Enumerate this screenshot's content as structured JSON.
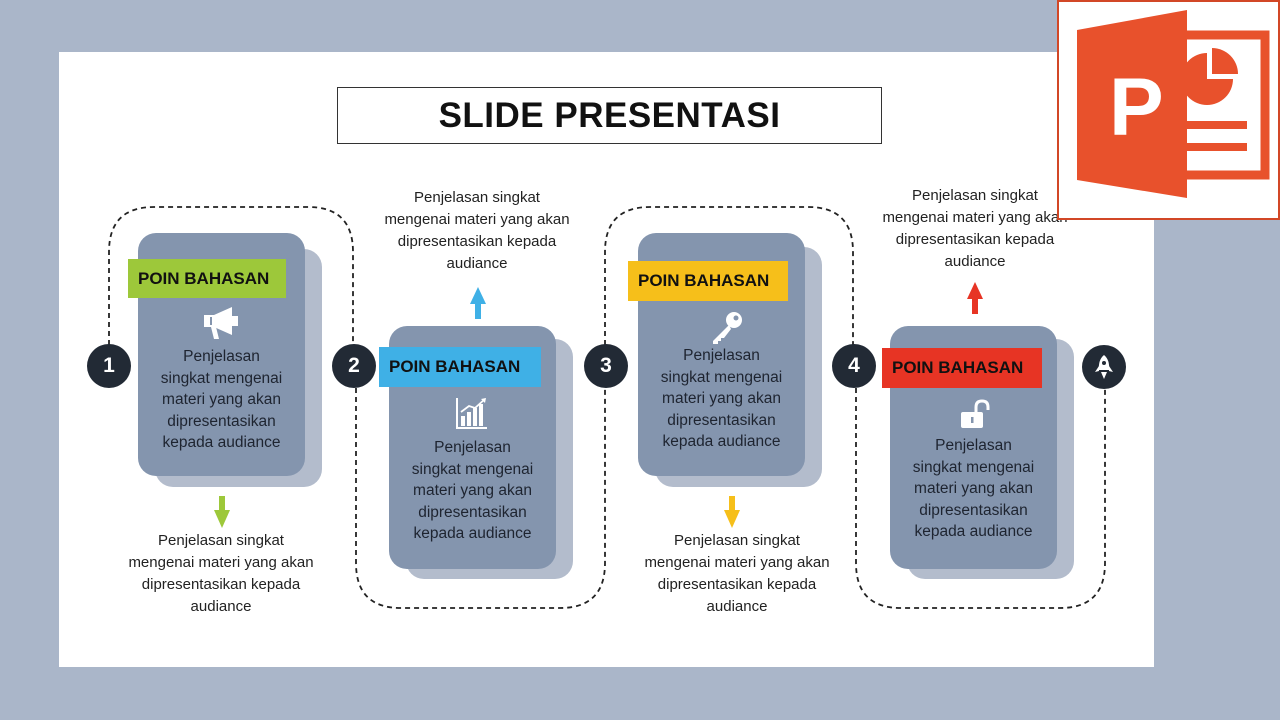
{
  "title": "SLIDE PRESENTASI",
  "colors": {
    "green": "#9dc83a",
    "blue": "#3fb0e6",
    "yellow": "#f6bf1a",
    "red": "#e73424",
    "card": "#8495ae",
    "card_back": "#b3bccc",
    "circle": "#222a35"
  },
  "steps": [
    {
      "number": "1",
      "label": "POIN BAHASAN",
      "icon": "megaphone-icon",
      "card_lines": [
        "Penjelasan",
        "singkat mengenai",
        "materi yang akan",
        "dipresentasikan",
        "kepada audiance"
      ],
      "ext_lines": [
        "Penjelasan singkat",
        "mengenai materi yang akan",
        "dipresentasikan kepada",
        "audiance"
      ]
    },
    {
      "number": "2",
      "label": "POIN BAHASAN",
      "icon": "bar-chart-icon",
      "card_lines": [
        "Penjelasan",
        "singkat mengenai",
        "materi yang akan",
        "dipresentasikan",
        "kepada audiance"
      ],
      "ext_lines": [
        "Penjelasan singkat",
        "mengenai materi yang akan",
        "dipresentasikan kepada",
        "audiance"
      ]
    },
    {
      "number": "3",
      "label": "POIN BAHASAN",
      "icon": "key-icon",
      "card_lines": [
        "Penjelasan",
        "singkat mengenai",
        "materi yang akan",
        "dipresentasikan",
        "kepada audiance"
      ],
      "ext_lines": [
        "Penjelasan singkat",
        "mengenai materi yang akan",
        "dipresentasikan kepada",
        "audiance"
      ]
    },
    {
      "number": "4",
      "label": "POIN BAHASAN",
      "icon": "unlock-icon",
      "card_lines": [
        "Penjelasan",
        "singkat mengenai",
        "materi yang akan",
        "dipresentasikan",
        "kepada audiance"
      ],
      "ext_lines": [
        "Penjelasan singkat",
        "mengenai materi yang akan",
        "dipresentasikan kepada",
        "audiance"
      ]
    }
  ],
  "end_icon": "rocket-icon",
  "app_logo": {
    "letter": "P",
    "icon": "powerpoint-logo-icon"
  }
}
